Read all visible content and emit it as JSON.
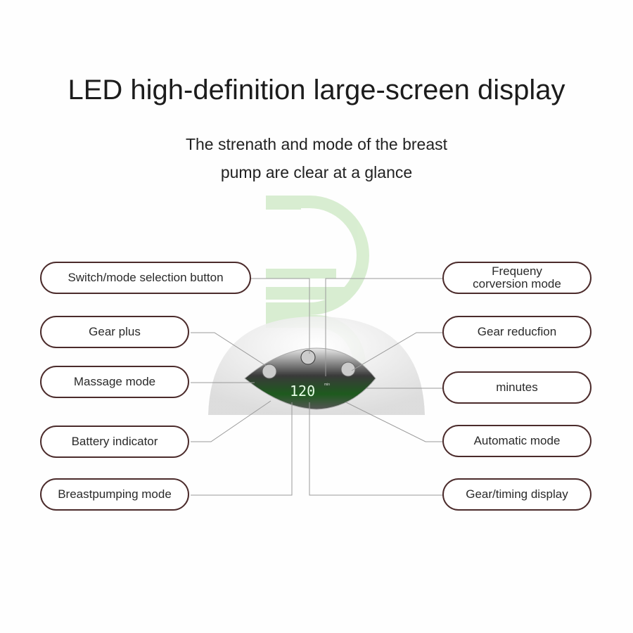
{
  "title": "LED high-definition large-screen display",
  "subtitle_line1": "The strenath and mode of the breast",
  "subtitle_line2": "pump are clear at a glance",
  "display": {
    "digits": "120",
    "unit": "min"
  },
  "labels_left": [
    "Switch/mode selection button",
    "Gear plus",
    "Massage mode",
    "Battery indicator",
    "Breastpumping mode"
  ],
  "labels_right": [
    {
      "l1": "Frequeny",
      "l2": "corversion mode"
    },
    "Gear reducfion",
    "minutes",
    "Automatic mode",
    "Gear/timing display"
  ],
  "colors": {
    "pill_border": "#4b2b2b",
    "line": "#9a9a9a",
    "display_green": "#1f6e1f",
    "watermark": "#bfe3b4"
  }
}
